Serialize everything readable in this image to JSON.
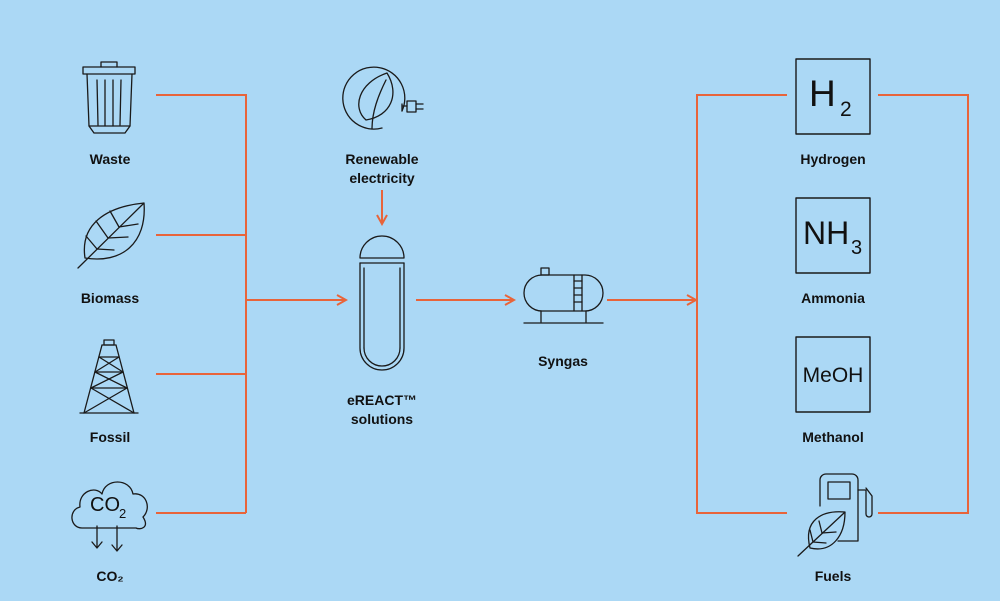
{
  "colors": {
    "background": "#abd8f5",
    "connector": "#e8643a",
    "icon_stroke": "#1a1a1a",
    "text": "#111111"
  },
  "sources": [
    {
      "label": "Waste",
      "icon": "trash-bin-icon"
    },
    {
      "label": "Biomass",
      "icon": "leaf-icon"
    },
    {
      "label": "Fossil",
      "icon": "oil-derrick-icon"
    },
    {
      "label": "CO₂",
      "icon": "co2-cloud-icon",
      "icon_text": "CO",
      "icon_subscript": "2"
    }
  ],
  "input": {
    "label_line1": "Renewable",
    "label_line2": "electricity",
    "icon": "renewable-plug-icon"
  },
  "reactor": {
    "label_line1": "eREACT™",
    "label_line2": "solutions",
    "icon": "reactor-icon"
  },
  "intermediate": {
    "label": "Syngas",
    "icon": "syngas-tank-icon"
  },
  "products": [
    {
      "label": "Hydrogen",
      "symbol": "H",
      "subscript": "2"
    },
    {
      "label": "Ammonia",
      "symbol": "NH",
      "subscript": "3"
    },
    {
      "label": "Methanol",
      "symbol": "MeOH",
      "subscript": ""
    },
    {
      "label": "Fuels",
      "icon": "fuel-pump-leaf-icon"
    }
  ]
}
